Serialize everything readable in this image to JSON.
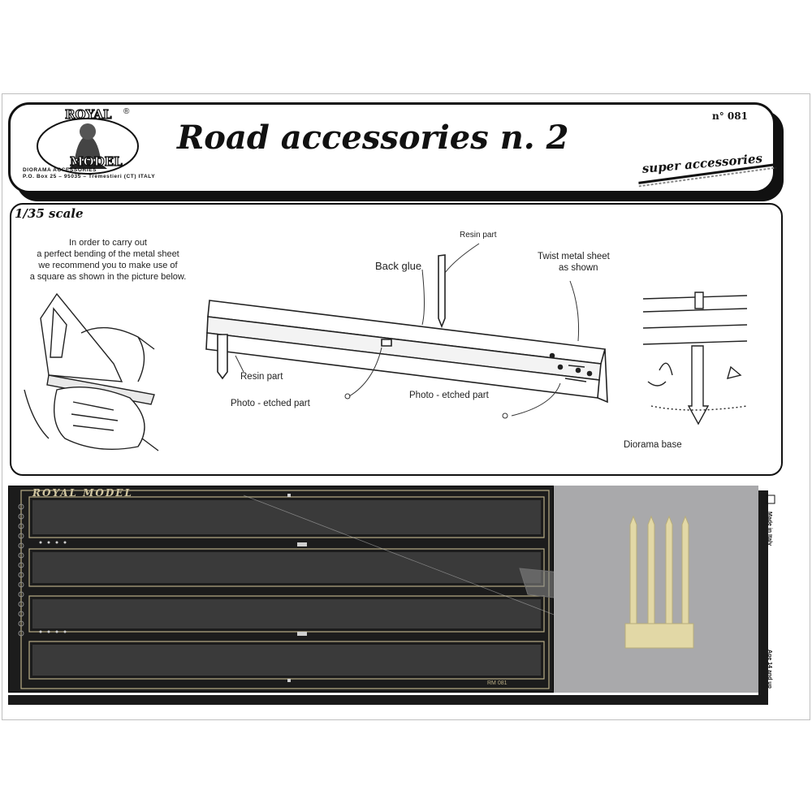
{
  "header": {
    "brand_line1": "ROYAL",
    "brand_line2": "MODEL",
    "brand_mark": "®",
    "brand_tagline": "DIORAMA ACCESSORIES",
    "brand_address": "P.O. Box 25 – 95035 – Tremestieri (CT) ITALY",
    "title": "Road accessories n. 2",
    "serial": "n° 081",
    "badge": "super accessories"
  },
  "instructions": {
    "scale": "1/35 scale",
    "note_lines": [
      "In order to carry out",
      "a perfect bending of the metal sheet",
      "we recommend you to make use of",
      "a square as shown in the picture below."
    ],
    "labels": {
      "resin_part_top": "Resin part",
      "back_glue": "Back glue",
      "twist_line1": "Twist metal sheet",
      "twist_line2": "as shown",
      "resin_part_left": "Resin part",
      "photo_etched_left": "Photo - etched part",
      "photo_etched_right": "Photo - etched part",
      "diorama_base": "Diorama base"
    }
  },
  "fret": {
    "brand": "ROYAL  MODEL",
    "made_in": "Made in Italy",
    "age": "Age 14 and up",
    "fret_code": "RM 081"
  },
  "colors": {
    "ink": "#111111",
    "fret": "#1c1c1c",
    "brass": "#d2c7a1",
    "resin": "#e2d8a6",
    "panel": "#a9a9ab"
  }
}
